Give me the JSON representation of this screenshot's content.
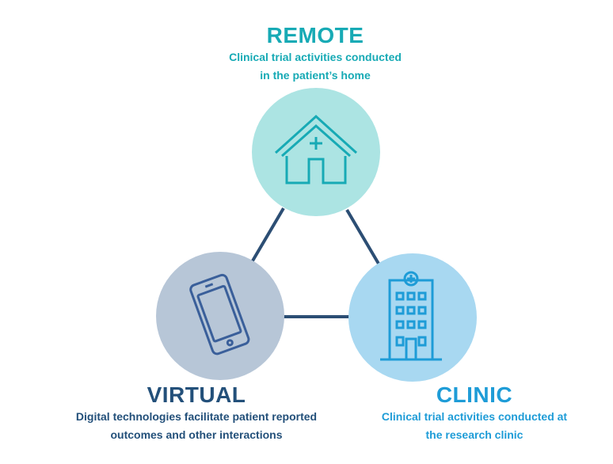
{
  "colors": {
    "remote_title": "#17aab5",
    "remote_desc": "#17aab5",
    "remote_fill": "#ace4e3",
    "remote_icon": "#17aab5",
    "virtual_title": "#23507a",
    "virtual_desc": "#23507a",
    "virtual_fill": "#b7c6d7",
    "virtual_icon": "#3a5f9a",
    "clinic_title": "#1e9cd7",
    "clinic_desc": "#1e9cd7",
    "clinic_fill": "#a8d8f1",
    "clinic_icon": "#1e9cd7",
    "connector": "#2c4e74"
  },
  "remote": {
    "title": "REMOTE",
    "description": [
      "Clinical trial activities conducted",
      "in the patient’s home"
    ],
    "icon": "house-icon"
  },
  "virtual": {
    "title": "VIRTUAL",
    "description": [
      "Digital technologies facilitate patient reported",
      "outcomes and other interactions"
    ],
    "icon": "smartphone-icon"
  },
  "clinic": {
    "title": "CLINIC",
    "description": [
      "Clinical trial activities conducted at",
      "the research clinic"
    ],
    "icon": "hospital-building-icon"
  }
}
